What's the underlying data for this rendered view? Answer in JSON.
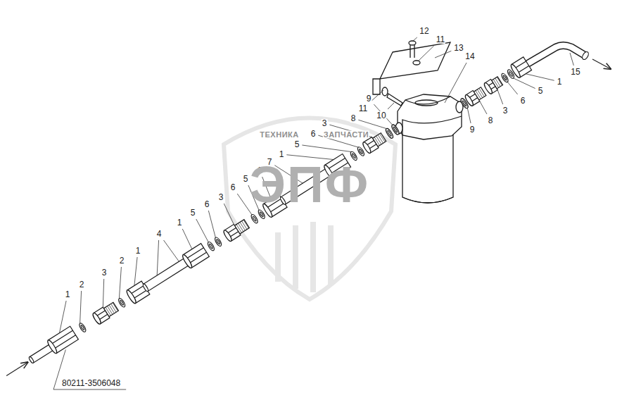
{
  "diagram": {
    "labels": [
      "12",
      "11",
      "13",
      "14",
      "15",
      "1",
      "5",
      "6",
      "3",
      "8",
      "9",
      "9",
      "11",
      "10",
      "8",
      "3",
      "6",
      "5",
      "1",
      "7",
      "1",
      "5",
      "6",
      "3",
      "6",
      "5",
      "1",
      "4",
      "1",
      "2",
      "3",
      "2",
      "1",
      "80211-3506048",
      "ТЕХНИКА",
      "ЗАПЧАСТИ",
      "ЭПФ"
    ]
  }
}
